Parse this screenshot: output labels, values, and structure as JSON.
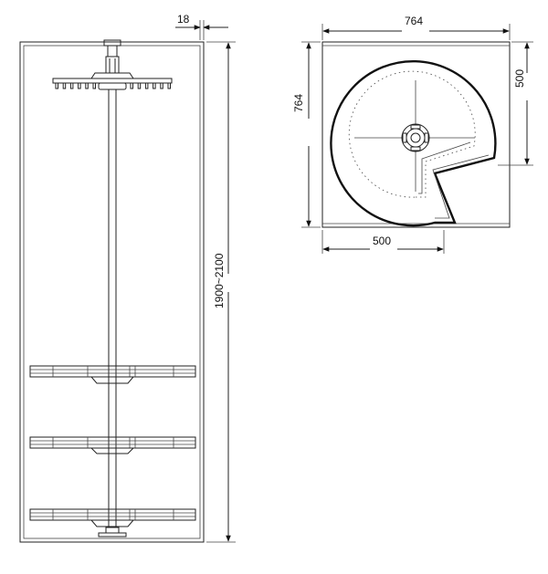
{
  "elevation_view": {
    "width_dim": "18",
    "height_dim": "1900~2100"
  },
  "plan_view": {
    "top_dim": "764",
    "left_dim": "764",
    "right_dim": "500",
    "bottom_dim": "500"
  },
  "colors": {
    "line": "#222222",
    "background": "#ffffff"
  }
}
